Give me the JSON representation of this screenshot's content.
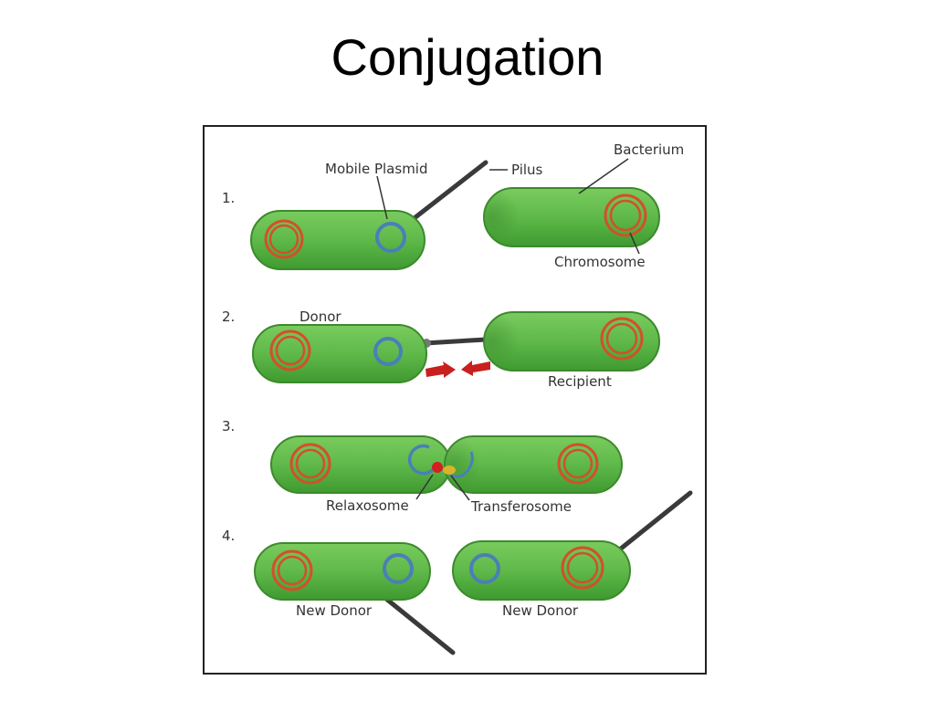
{
  "title": "Conjugation",
  "colors": {
    "cell_fill": "#5fb94a",
    "cell_edge": "#3c8a2c",
    "chromosome": "#d2502a",
    "plasmid": "#4a7fb8",
    "pilus": "#3a3a3a",
    "arrow": "#c8201e",
    "relaxosome": "#d42020",
    "transferosome": "#d8b428"
  },
  "steps": [
    "1.",
    "2.",
    "3.",
    "4."
  ],
  "labels": {
    "mobile_plasmid": "Mobile Plasmid",
    "pilus": "Pilus",
    "bacterium": "Bacterium",
    "chromosome": "Chromosome",
    "donor": "Donor",
    "recipient": "Recipient",
    "relaxosome": "Relaxosome",
    "transferosome": "Transferosome",
    "new_donor_left": "New Donor",
    "new_donor_right": "New Donor"
  }
}
